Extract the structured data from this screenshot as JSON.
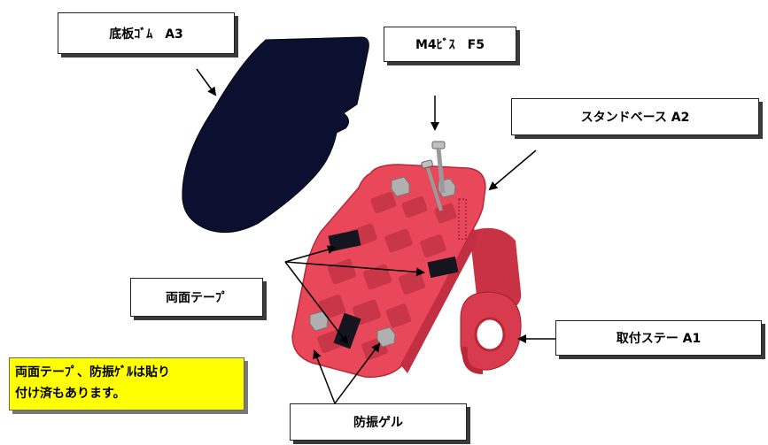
{
  "labels": {
    "rubber_base": "底板ｺﾞﾑ　A3",
    "screw": "M4ﾋﾞｽ　F5",
    "stand_base": "スタンドベース A2",
    "tape": "両面テーﾌﾟ",
    "bracket": "取付ステー A1",
    "gel": "防振ゲル"
  },
  "note": {
    "line1": "両面テーﾌﾟ、防振ｹﾞﾙは貼り",
    "line2": "付け済もあります。"
  },
  "colors": {
    "rubber": "#0b1030",
    "plate": "#e8485a",
    "plate_dark": "#b82838",
    "tape": "#151520",
    "gel": "#a8a8a8",
    "note_bg": "#ffff00"
  }
}
